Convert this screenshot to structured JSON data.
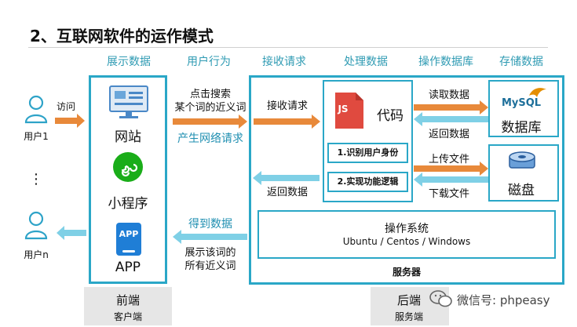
{
  "title": "2、互联网软件的运作模式",
  "columns": [
    "展示数据",
    "用户行为",
    "接收请求",
    "处理数据",
    "操作数据库",
    "存储数据"
  ],
  "users": {
    "user1": "用户1",
    "dots": "⋮",
    "usern": "用户n",
    "visit": "访问"
  },
  "frontend": {
    "site": "网站",
    "miniprogram": "小程序",
    "app": "APP",
    "app_icon_text": "APP",
    "caption": "前端",
    "subcaption": "客户端"
  },
  "behavior": {
    "search_line1": "点击搜索",
    "search_line2": "某个词的近义词",
    "request": "产生网络请求",
    "got_data": "得到数据",
    "show_line1": "展示该词的",
    "show_line2": "所有近义词"
  },
  "receive": {
    "receive_label": "接收请求",
    "return_label": "返回数据"
  },
  "processing": {
    "js_badge": "JS",
    "code": "代码",
    "step1": "1.识别用户身份",
    "step2": "2.实现功能逻辑"
  },
  "database_ops": {
    "read": "读取数据",
    "return": "返回数据",
    "upload": "上传文件",
    "download": "下载文件"
  },
  "storage": {
    "mysql_logo": "MySQL",
    "database": "数据库",
    "disk": "磁盘"
  },
  "os": {
    "title": "操作系统",
    "list": "Ubuntu / Centos / Windows"
  },
  "server": {
    "label": "服务器",
    "caption": "后端",
    "subcaption": "服务端"
  },
  "watermark": "微信号: phpeasy",
  "colors": {
    "accent": "#2aa7c7",
    "orange_arrow": "#e8893a",
    "teal_arrow": "#7fd0e6",
    "column_head": "#2f9bb3"
  }
}
